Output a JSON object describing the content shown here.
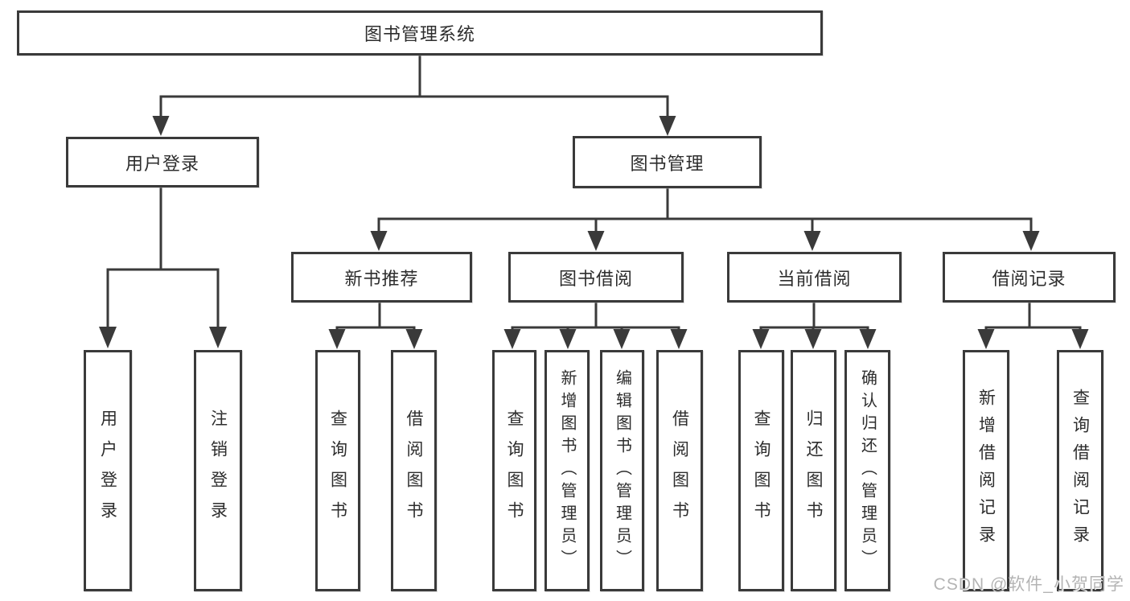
{
  "diagram": {
    "title_node": {
      "label": "图书管理系统"
    },
    "level2": {
      "user_login": {
        "label": "用户登录"
      },
      "book_mgmt": {
        "label": "图书管理"
      }
    },
    "level3": {
      "new_books": {
        "label": "新书推荐"
      },
      "book_borrow": {
        "label": "图书借阅"
      },
      "current_borrow": {
        "label": "当前借阅"
      },
      "borrow_records": {
        "label": "借阅记录"
      }
    },
    "leaves": [
      {
        "label": "用户登录",
        "parent": "用户登录"
      },
      {
        "label": "注销登录",
        "parent": "用户登录"
      },
      {
        "label": "查询图书",
        "parent": "新书推荐"
      },
      {
        "label": "借阅图书",
        "parent": "新书推荐"
      },
      {
        "label": "查询图书",
        "parent": "图书借阅"
      },
      {
        "label": "新增图书（管理员）",
        "parent": "图书借阅"
      },
      {
        "label": "编辑图书（管理员）",
        "parent": "图书借阅"
      },
      {
        "label": "借阅图书",
        "parent": "图书借阅"
      },
      {
        "label": "查询图书",
        "parent": "当前借阅"
      },
      {
        "label": "归还图书",
        "parent": "当前借阅"
      },
      {
        "label": "确认归还（管理员）",
        "parent": "当前借阅"
      },
      {
        "label": "新增借阅记录",
        "parent": "借阅记录"
      },
      {
        "label": "查询借阅记录",
        "parent": "借阅记录"
      }
    ]
  },
  "theme": {
    "line_color": "#3a3a3a",
    "box_background": "#ffffff",
    "text_color": "#2d2d2d",
    "watermark_color": "#b4b4b4"
  },
  "watermark": {
    "text": "CSDN @软件_小贺同学"
  }
}
